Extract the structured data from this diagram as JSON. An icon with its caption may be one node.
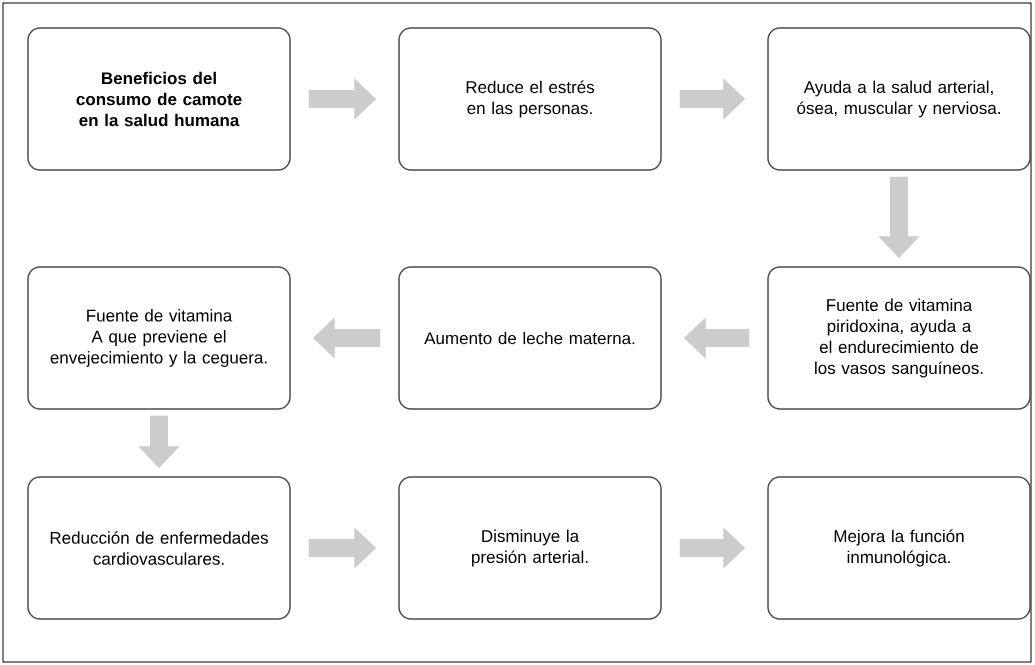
{
  "diagram": {
    "nodes": [
      {
        "text": [
          "Beneficios del consumo de camote en la salud humana"
        ]
      },
      {
        "text": [
          "Reduce el estrés en las personas."
        ]
      },
      {
        "text": [
          "Ayuda a la salud arterial, ósea, muscular y nerviosa."
        ]
      },
      {
        "text": [
          "Fuente de vitamina piridoxina, ayuda a el endurecimiento de los vasos sanguíneos."
        ]
      },
      {
        "text": [
          "Aumento de leche materna."
        ]
      },
      {
        "text": [
          "Fuente de vitamina A que previene el envejecimiento y la ceguera."
        ]
      },
      {
        "text": [
          "Reducción de enfermedades cardiovasculares."
        ]
      },
      {
        "text": [
          "Disminuye la presión arterial."
        ]
      },
      {
        "text": [
          "Mejora la función inmunológica."
        ]
      }
    ],
    "edges": [
      {
        "from": 0,
        "to": 1,
        "arrow": "to"
      },
      {
        "from": 1,
        "to": 2,
        "arrow": "to"
      },
      {
        "from": 2,
        "to": 3,
        "arrow": "to"
      },
      {
        "from": 3,
        "to": 4,
        "arrow": "to"
      },
      {
        "from": 4,
        "to": 5,
        "arrow": "to"
      },
      {
        "from": 5,
        "to": 6,
        "arrow": "to"
      },
      {
        "from": 6,
        "to": 7,
        "arrow": "to"
      },
      {
        "from": 7,
        "to": 8,
        "arrow": "to"
      }
    ]
  }
}
